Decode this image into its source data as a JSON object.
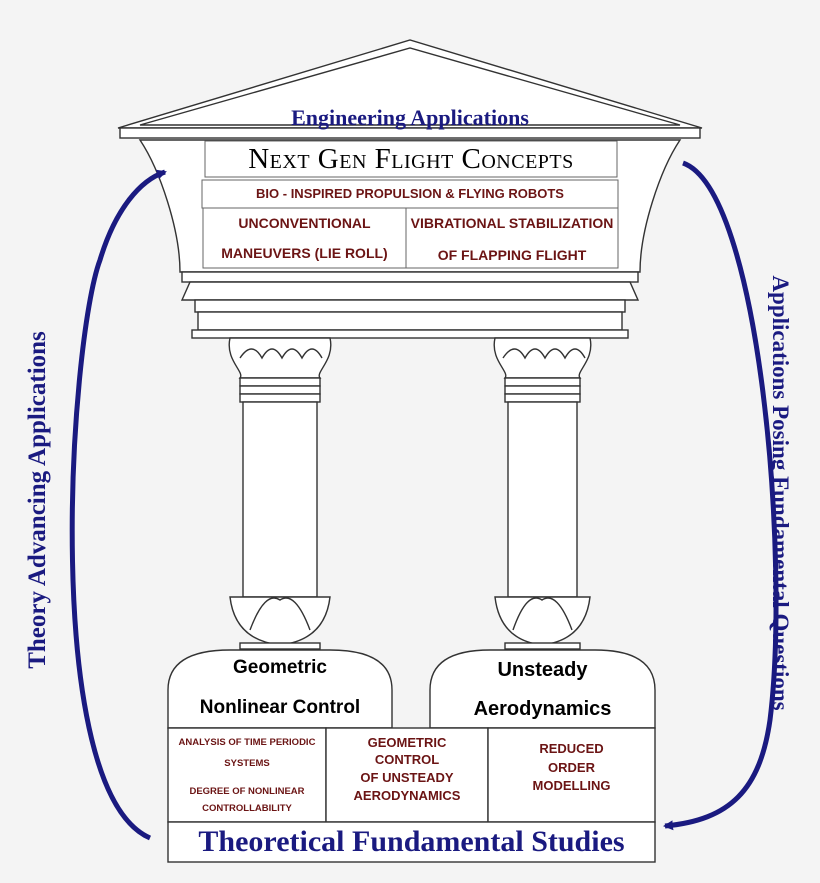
{
  "colors": {
    "navy": "#1a1a80",
    "maroon": "#6b1414",
    "line": "#333333",
    "background": "#f4f4f4"
  },
  "top": {
    "engineering_applications": "Engineering Applications",
    "next_gen": "Next Gen Flight Concepts",
    "bio_inspired": "BIO - INSPIRED PROPULSION & FLYING ROBOTS",
    "unconventional_line1": "UNCONVENTIONAL",
    "unconventional_line2": "MANEUVERS  (LIE ROLL)",
    "vibrational_line1": "VIBRATIONAL STABILIZATION",
    "vibrational_line2": "OF FLAPPING FLIGHT"
  },
  "pillars": {
    "left_line1": "Geometric",
    "left_line2": "Nonlinear Control",
    "right_line1": "Unsteady",
    "right_line2": "Aerodynamics"
  },
  "base": {
    "periodic_line1": "ANALYSIS OF TIME PERIODIC",
    "periodic_line2": "SYSTEMS",
    "degree_line1": "DEGREE OF NONLINEAR",
    "degree_line2": "CONTROLLABILITY",
    "geometric_line1": "GEOMETRIC",
    "geometric_line2": "CONTROL",
    "geometric_line3": "OF UNSTEADY",
    "geometric_line4": "AERODYNAMICS",
    "reduced_line1": "REDUCED",
    "reduced_line2": "ORDER",
    "reduced_line3": "MODELLING",
    "theoretical": "Theoretical Fundamental Studies"
  },
  "arrows": {
    "left_label": "Theory Advancing Applications",
    "right_label": "Applications Posing Fundamental Questions"
  }
}
